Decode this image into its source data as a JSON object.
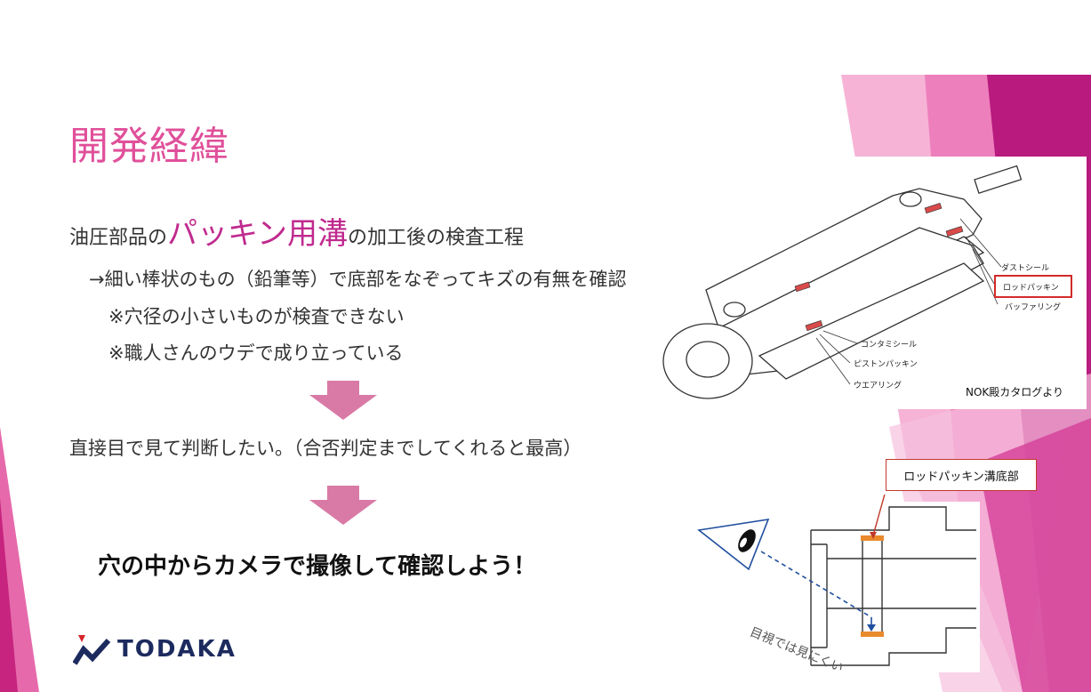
{
  "slide": {
    "title": "開発経緯",
    "intro_prefix": "油圧部品の",
    "intro_emphasis": "パッキン用溝",
    "intro_suffix": "の加工後の検査工程",
    "method": "→細い棒状のもの（鉛筆等）で底部をなぞってキズの有無を確認",
    "note1": "※穴径の小さいものが検査できない",
    "note2": "※職人さんのウデで成り立っている",
    "desire": "直接目で見て判断したい。（合否判定までしてくれると最高）",
    "conclusion": "穴の中からカメラで撮像して確認しよう！"
  },
  "catalog_diagram": {
    "source": "NOK殿カタログより",
    "labels": {
      "dust_seal": "ダストシール",
      "rod_packing": "ロッドパッキン",
      "buffer_ring": "バッファリング",
      "contamination_seal": "コンタミシール",
      "piston_packing": "ピストンパッキン",
      "wear_ring": "ウエアリング"
    }
  },
  "groove_diagram": {
    "callout": "ロッドパッキン溝底部",
    "eye_note": "目視では見にくい"
  },
  "logo": {
    "text": "TODAKA"
  },
  "colors": {
    "title": "#e0509a",
    "emphasis": "#c02a8e",
    "arrow": "#d97aa6",
    "accent_dark": "#b5157a",
    "accent_light": "#f4a6cf",
    "logo_blue": "#1c2a5e",
    "logo_red": "#d6232a"
  }
}
